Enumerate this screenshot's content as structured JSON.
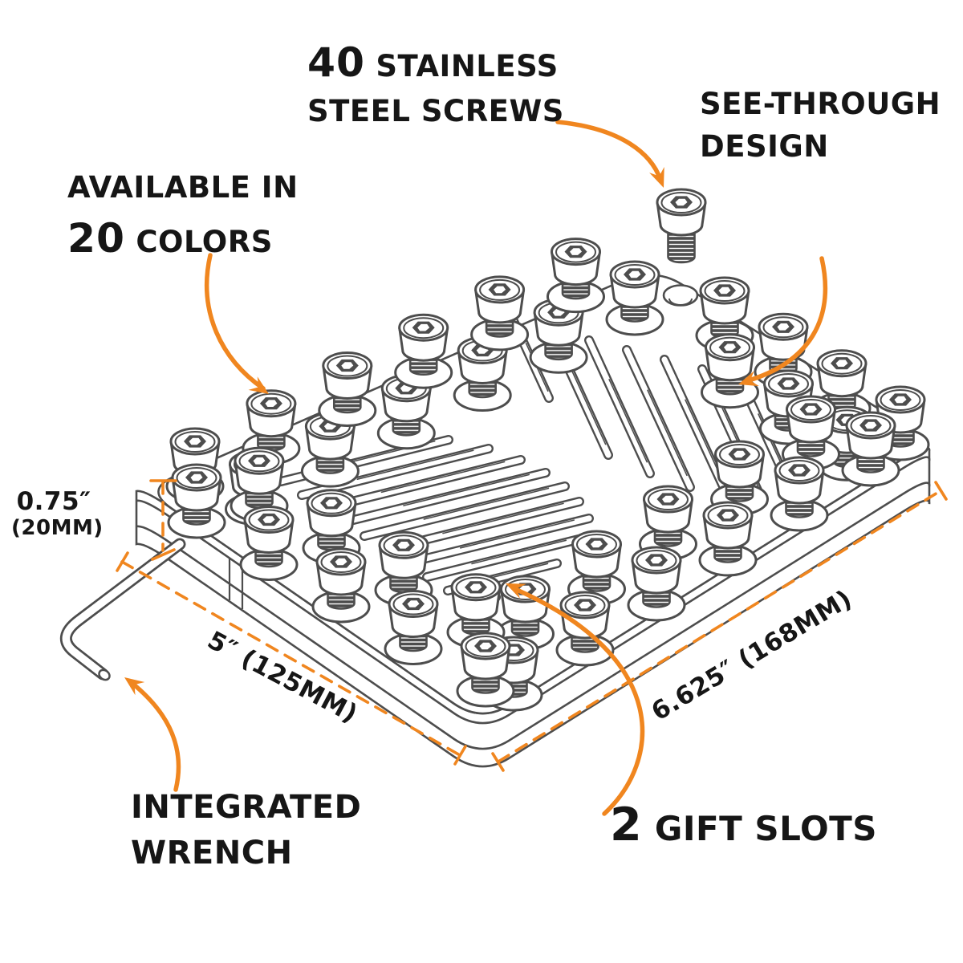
{
  "callouts": {
    "screws": {
      "num": "40",
      "line1_rest": " STAINLESS",
      "line2": "STEEL SCREWS"
    },
    "see_through": {
      "line1": "SEE-THROUGH",
      "line2": "DESIGN"
    },
    "colors_available": {
      "line1": "AVAILABLE IN",
      "num": "20",
      "rest": " COLORS"
    },
    "integrated_wrench": {
      "line1": "INTEGRATED",
      "line2": "WRENCH"
    },
    "gift_slots": {
      "num": "2",
      "rest": " GIFT SLOTS"
    }
  },
  "dimensions": {
    "height_in": "0.75″",
    "height_mm": "(20MM)",
    "depth": "5″ (125MM)",
    "width": "6.625″ (168MM)"
  },
  "facts": {
    "screw_count": 40,
    "color_count": 20,
    "gift_slot_count": 2
  },
  "colors": {
    "accent": "#F0861F",
    "line_art": "#4D4D4D",
    "text": "#161616"
  }
}
